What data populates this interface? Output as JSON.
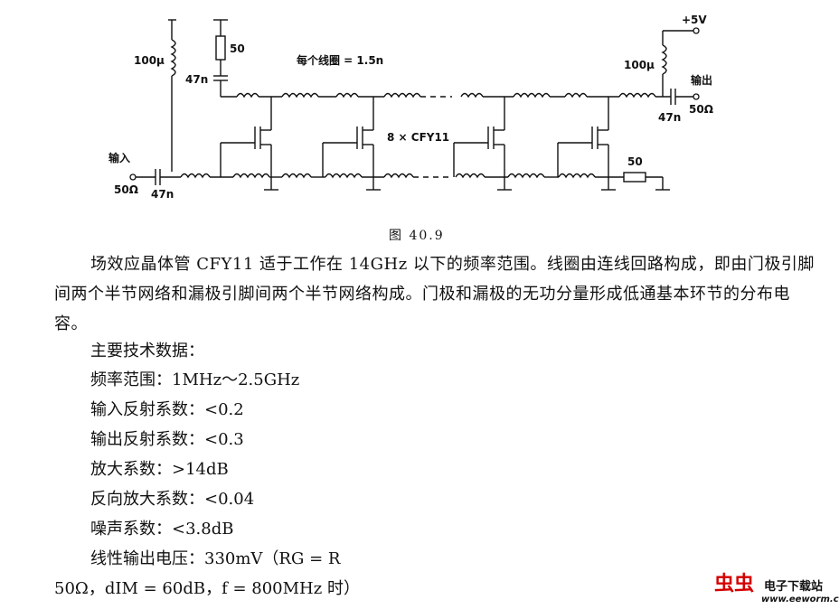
{
  "circuit": {
    "labels": {
      "vplus": "+5V",
      "r_left_top": "50",
      "l_left": "100μ",
      "c_left_top": "47n",
      "coil_note": "每个线圈 = 1.5n",
      "l_right": "100μ",
      "out_label": "输出",
      "c_out": "47n",
      "out_imp": "50Ω",
      "fet_note": "8 × CFY11",
      "in_label": "输入",
      "in_imp": "50Ω",
      "c_in": "47n",
      "r_term": "50"
    }
  },
  "caption": "图 40.9",
  "paragraph": "场效应晶体管 CFY11 适于工作在 14GHz 以下的频率范围。线圈由连线回路构成，即由门极引脚间两个半节网络和漏极引脚间两个半节网络构成。门极和漏极的无功分量形成低通基本环节的分布电容。",
  "specs": {
    "heading": "主要技术数据：",
    "items": [
      "频率范围：1MHz～2.5GHz",
      "输入反射系数：<0.2",
      "输出反射系数：<0.3",
      "放大系数：>14dB",
      "反向放大系数：<0.04",
      "噪声系数：<3.8dB",
      "线性输出电压：330mV（RG = R"
    ],
    "continuation": "50Ω，dIM = 60dB，f = 800MHz 时）"
  },
  "watermark": {
    "mark": "虫虫",
    "text": "电子下载站",
    "url": "www.eeworm.com"
  }
}
